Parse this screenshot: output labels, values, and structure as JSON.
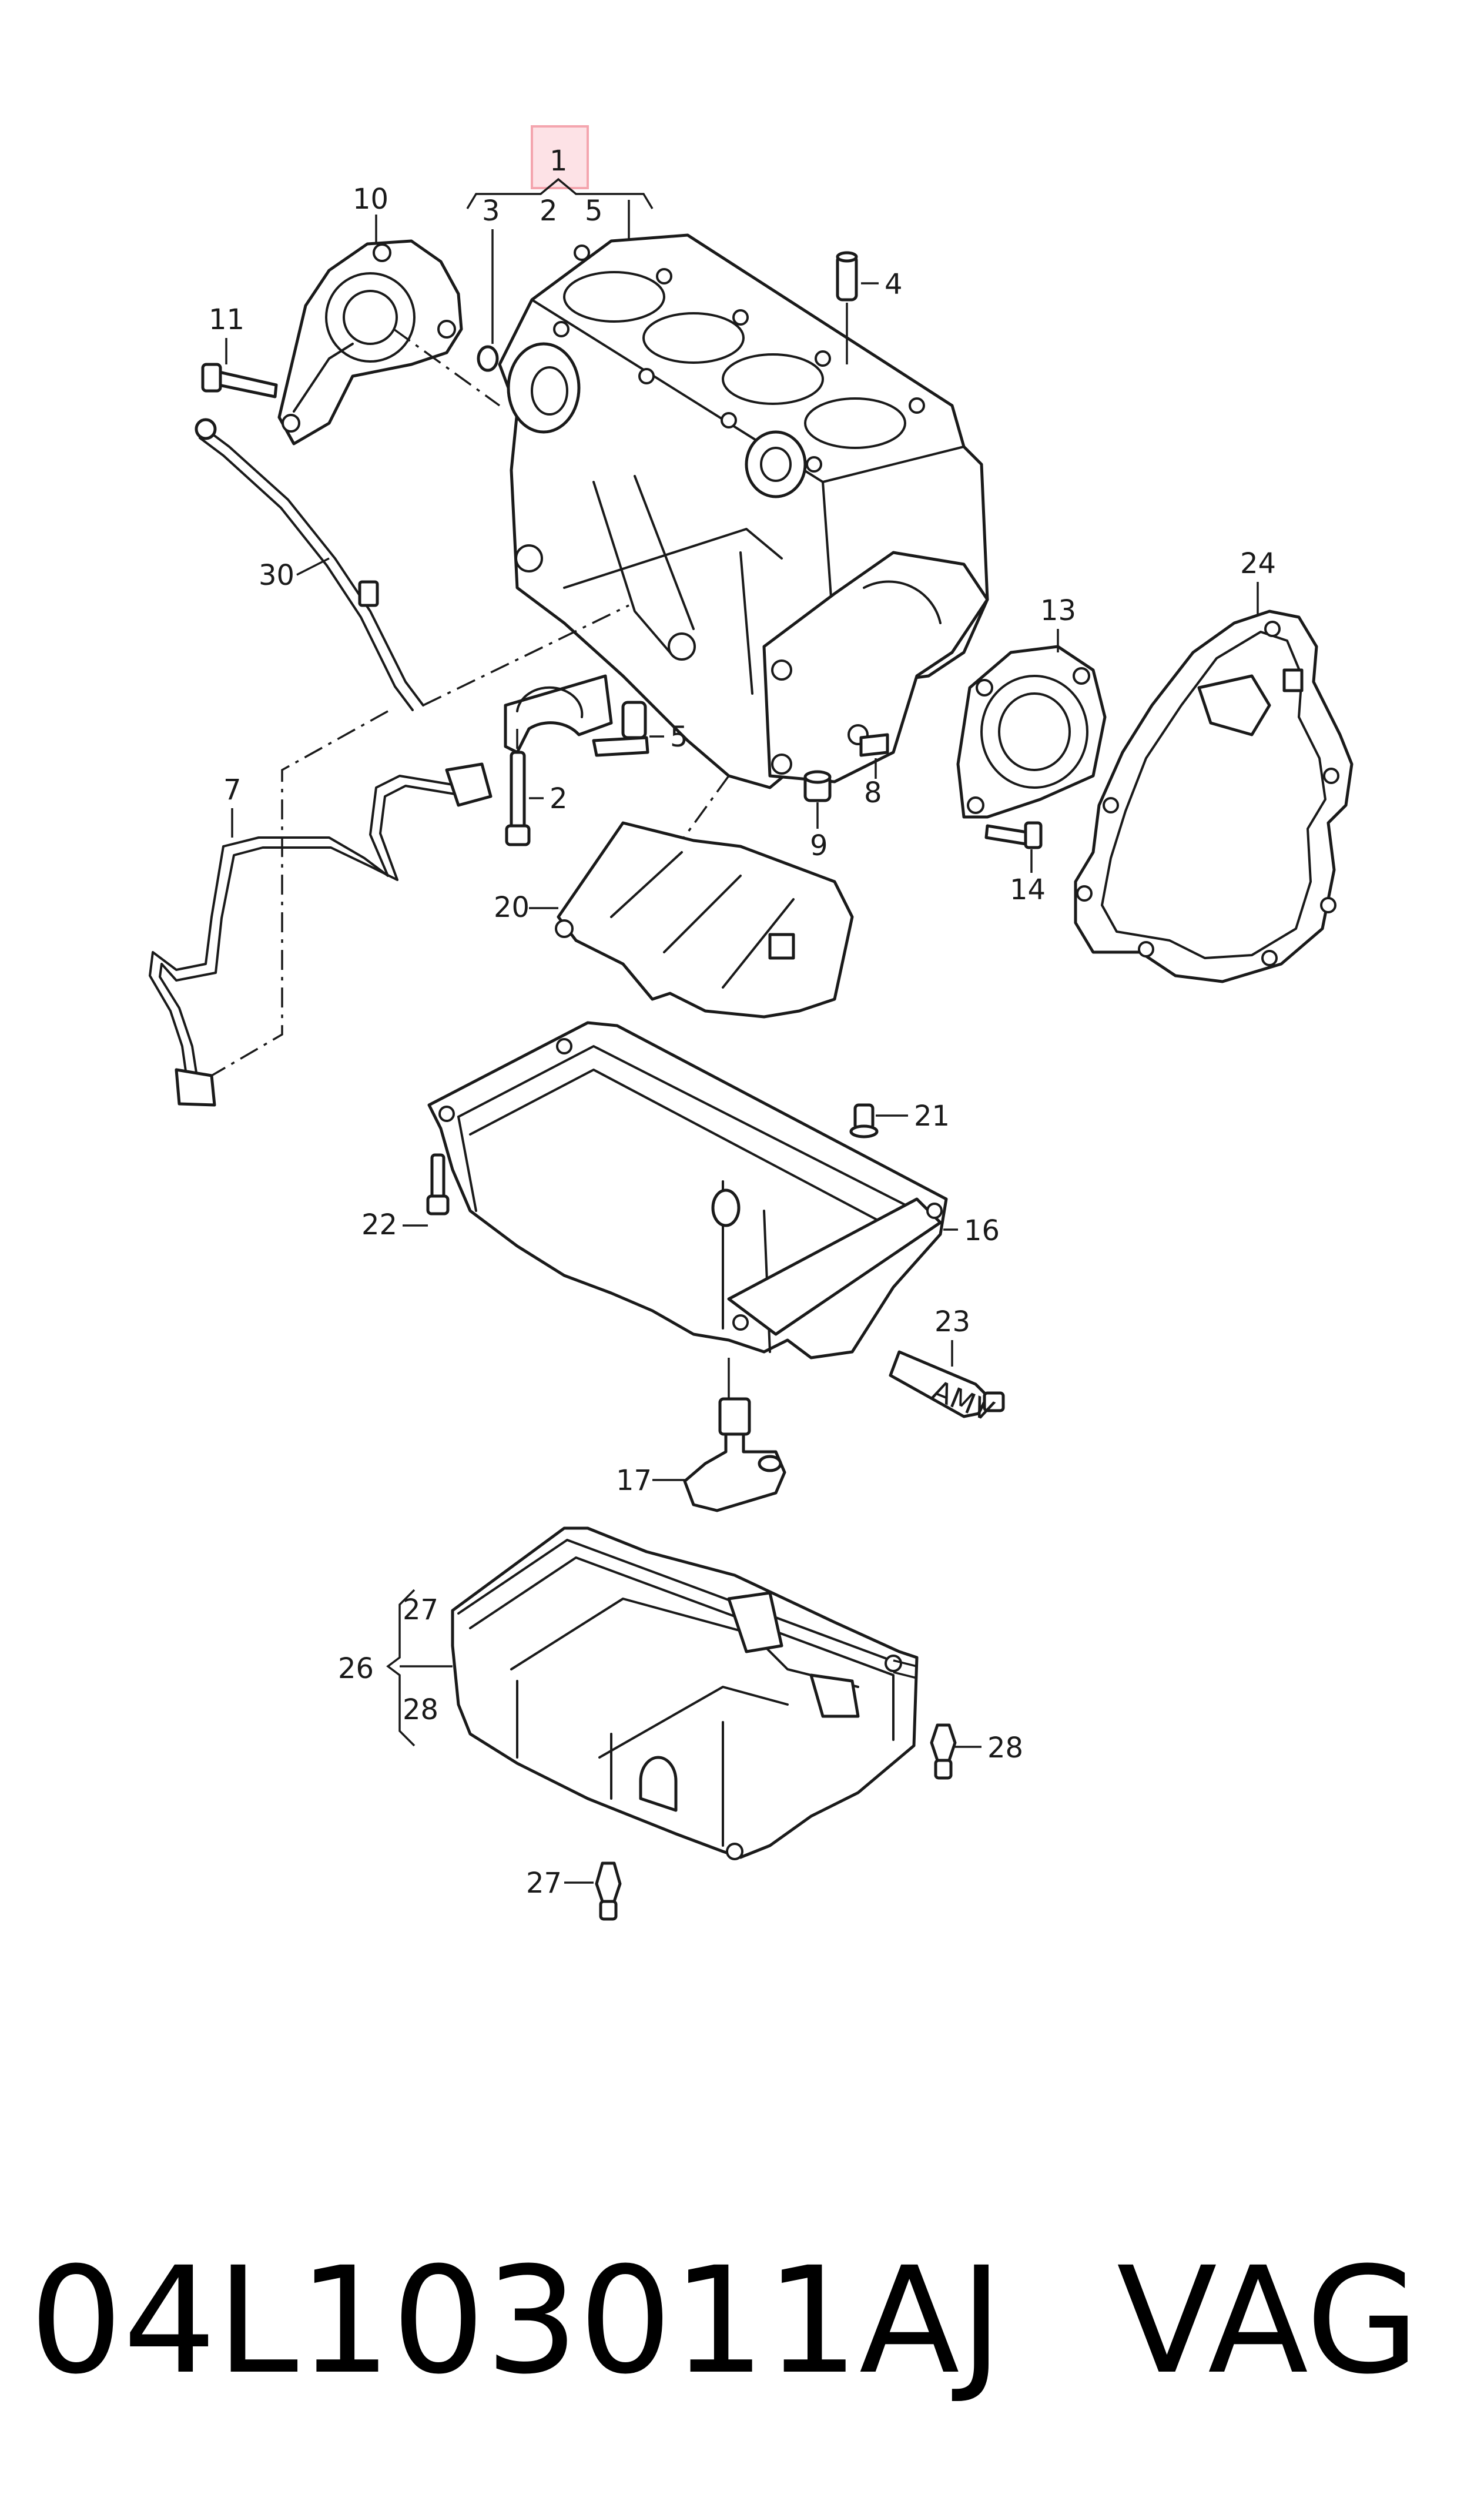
{
  "callouts": {
    "c1": "1",
    "c2": "2",
    "c3": "3",
    "c4": "4",
    "c5": "5",
    "c2b": "2",
    "c5b": "5",
    "c7": "7",
    "c8": "8",
    "c9": "9",
    "c10": "10",
    "c11": "11",
    "c13": "13",
    "c14": "14",
    "c16": "16",
    "c17": "17",
    "c20": "20",
    "c21": "21",
    "c22": "22",
    "c23": "23",
    "c24": "24",
    "c26": "26",
    "c27": "27",
    "c27b": "27",
    "c28": "28",
    "c28b": "28",
    "c30": "30"
  },
  "tube_label": "AMV",
  "highlight_color": "#f4a5ae",
  "caption": {
    "part_number": "04L103011AJ",
    "brand": "VAG"
  }
}
